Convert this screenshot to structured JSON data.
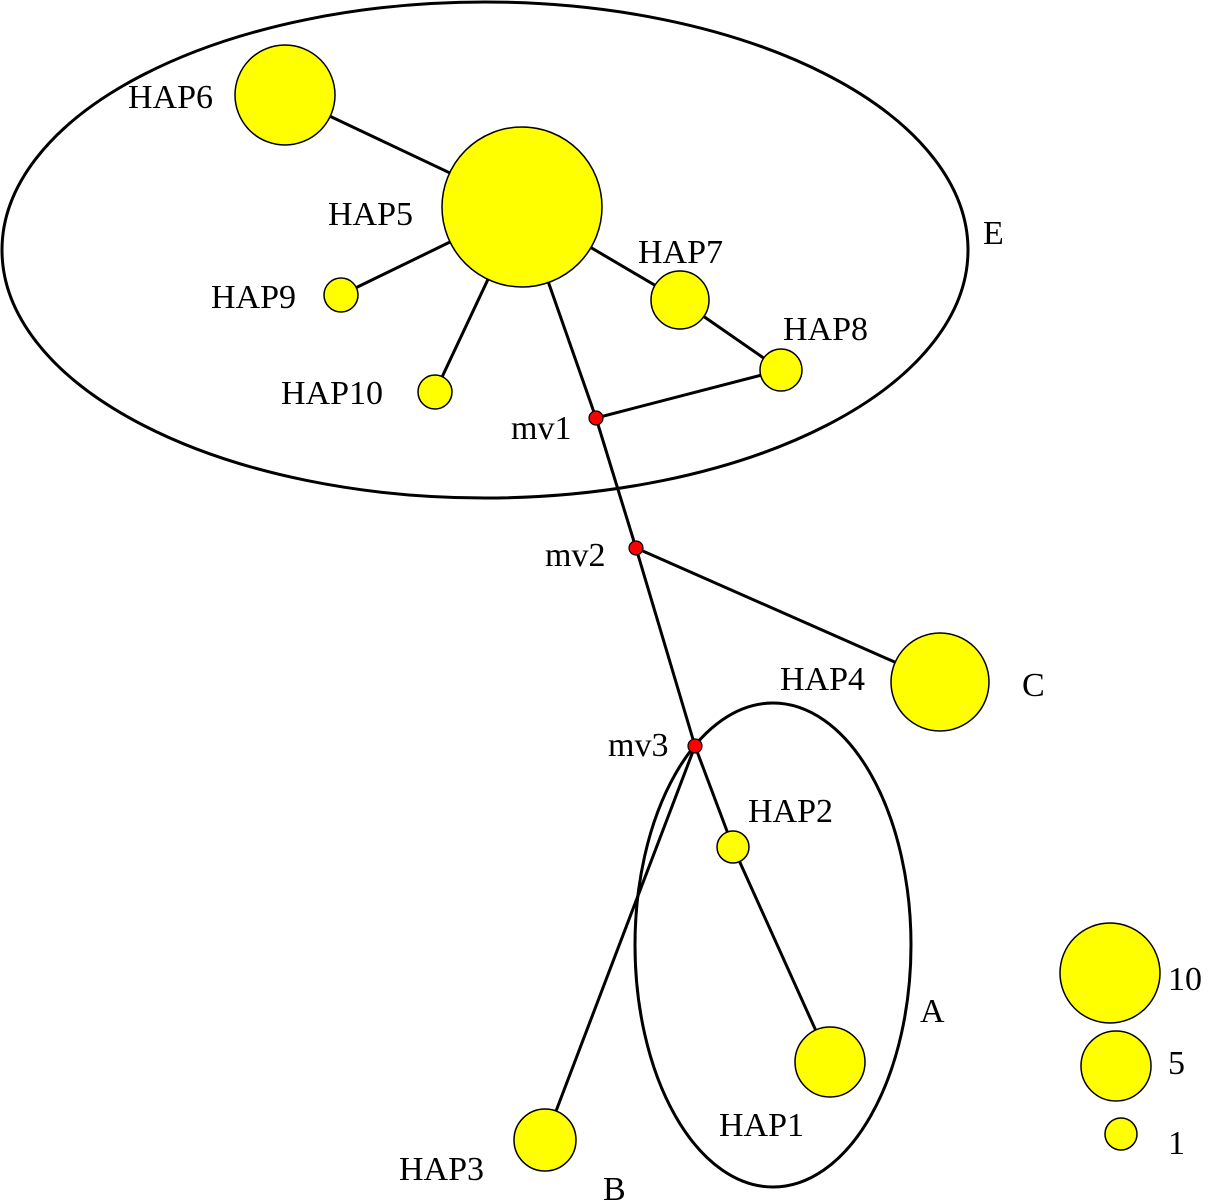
{
  "colors": {
    "haplotype": "#ffff00",
    "median_vector": "#ff0000",
    "line": "#000000"
  },
  "nodes": {
    "hap1": "HAP1",
    "hap2": "HAP2",
    "hap3": "HAP3",
    "hap4": "HAP4",
    "hap5": "HAP5",
    "hap6": "HAP6",
    "hap7": "HAP7",
    "hap8": "HAP8",
    "hap9": "HAP9",
    "hap10": "HAP10",
    "mv1": "mv1",
    "mv2": "mv2",
    "mv3": "mv3"
  },
  "groups": {
    "a": "A",
    "b": "B",
    "c": "C",
    "e": "E"
  },
  "edges": [
    [
      "HAP6",
      "HAP5"
    ],
    [
      "HAP5",
      "HAP9"
    ],
    [
      "HAP5",
      "HAP10"
    ],
    [
      "HAP5",
      "HAP7"
    ],
    [
      "HAP7",
      "HAP8"
    ],
    [
      "HAP8",
      "mv1"
    ],
    [
      "HAP5",
      "mv1"
    ],
    [
      "mv1",
      "mv2"
    ],
    [
      "mv2",
      "HAP4"
    ],
    [
      "mv2",
      "mv3"
    ],
    [
      "mv3",
      "HAP2"
    ],
    [
      "HAP2",
      "HAP1"
    ],
    [
      "mv3",
      "HAP3"
    ]
  ],
  "legend": {
    "large": "10",
    "medium": "5",
    "small": "1"
  }
}
